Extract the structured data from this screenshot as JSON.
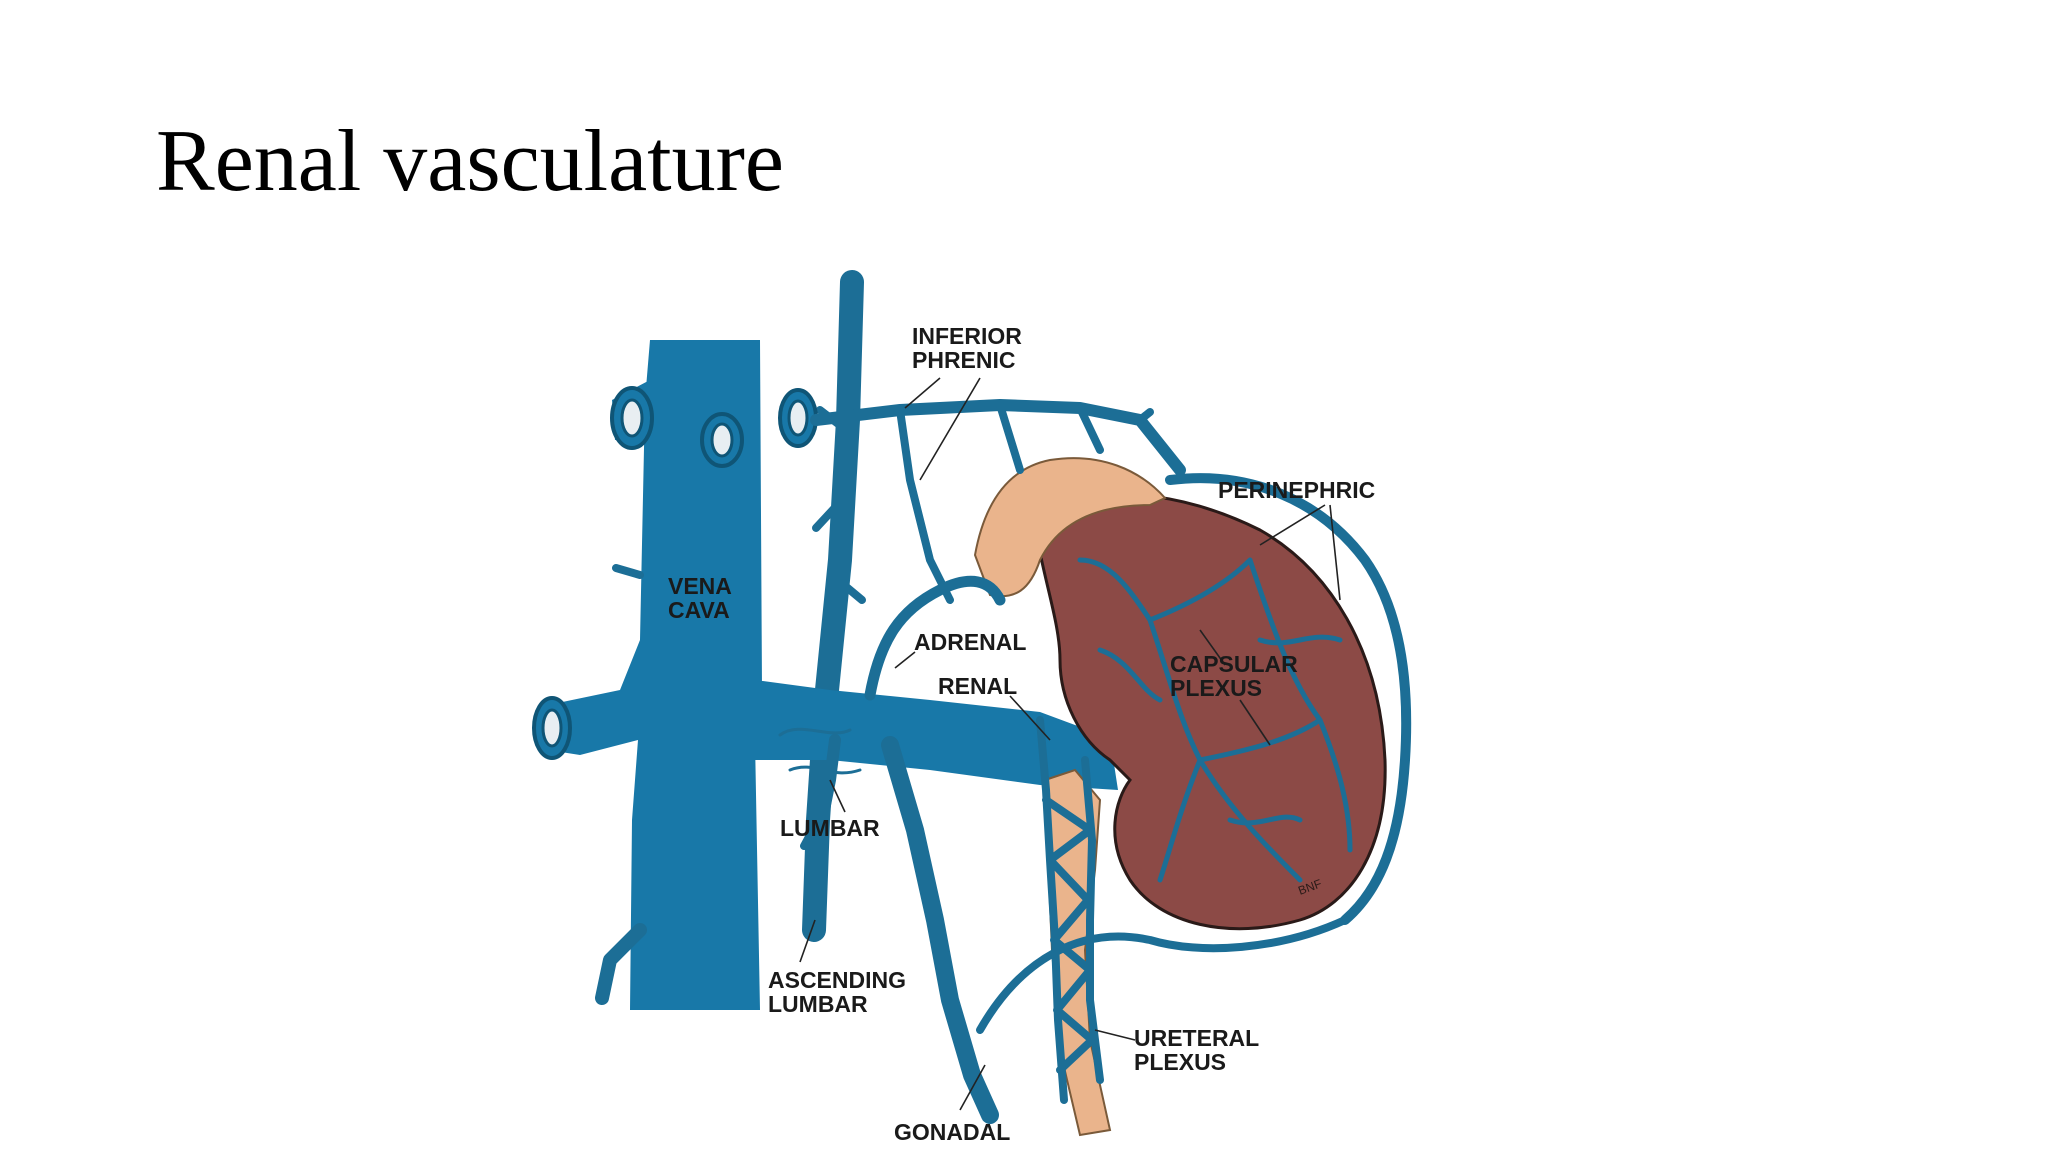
{
  "slide": {
    "title": "Renal vasculature"
  },
  "diagram": {
    "colors": {
      "vein": "#1878a8",
      "vein_dark": "#0f5576",
      "kidney": "#8c4a46",
      "adrenal": "#eab48c",
      "ureter": "#eab48c"
    },
    "labels": {
      "inferior_phrenic": [
        "INFERIOR",
        "PHRENIC"
      ],
      "perinephric": "PERINEPHRIC",
      "vena_cava": [
        "VENA",
        "CAVA"
      ],
      "adrenal": "ADRENAL",
      "renal": "RENAL",
      "capsular_plexus": [
        "CAPSULAR",
        "PLEXUS"
      ],
      "lumbar": "LUMBAR",
      "ascending_lumbar": [
        "ASCENDING",
        "LUMBAR"
      ],
      "ureteral_plexus": [
        "URETERAL",
        "PLEXUS"
      ],
      "gonadal": "GONADAL"
    },
    "signature": "BNF"
  }
}
